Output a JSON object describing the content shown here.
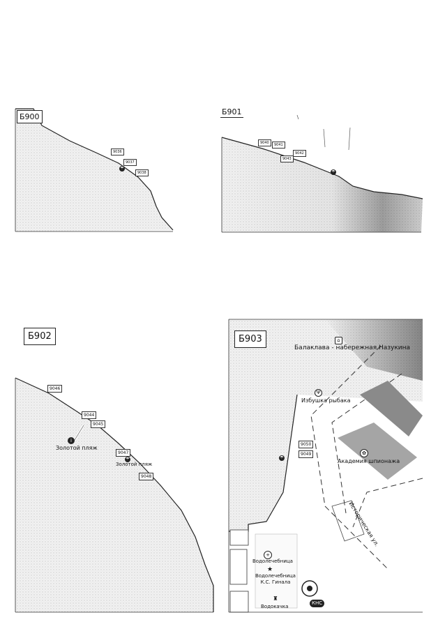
{
  "sheets": {
    "b900": {
      "label": "Б900",
      "tags": [
        "9036",
        "9037",
        "9038"
      ]
    },
    "b901": {
      "label": "Б901",
      "tags": [
        "9040",
        "9041",
        "9042",
        "9043"
      ]
    },
    "b902": {
      "label": "Б902",
      "tags": [
        "9046",
        "9044",
        "9045",
        "9047",
        "9048"
      ],
      "pois": [
        "Золотой пляж",
        "Золотой пляж"
      ]
    },
    "b903": {
      "label": "Б903",
      "tags": [
        "9050",
        "9049"
      ],
      "pois": {
        "embankment": "Балаклава - набережная Назукина",
        "fish_hut": "Избушка рыбака",
        "spy_academy": "Академия шпионажа",
        "hydro1": "Водолечебница",
        "hydro2_line1": "Водолечебница",
        "hydro2_line2": "К.С. Гинала",
        "water_tower": "Водокачка",
        "kns": "КНС"
      },
      "street": "Историческая ул."
    }
  },
  "icons": {
    "beach": "beach-umbrella-icon",
    "restaurant": "fork-knife-icon",
    "museum": "museum-icon",
    "hospital": "clinic-icon",
    "star": "star-icon",
    "tower": "tower-icon",
    "info": "info-icon"
  }
}
